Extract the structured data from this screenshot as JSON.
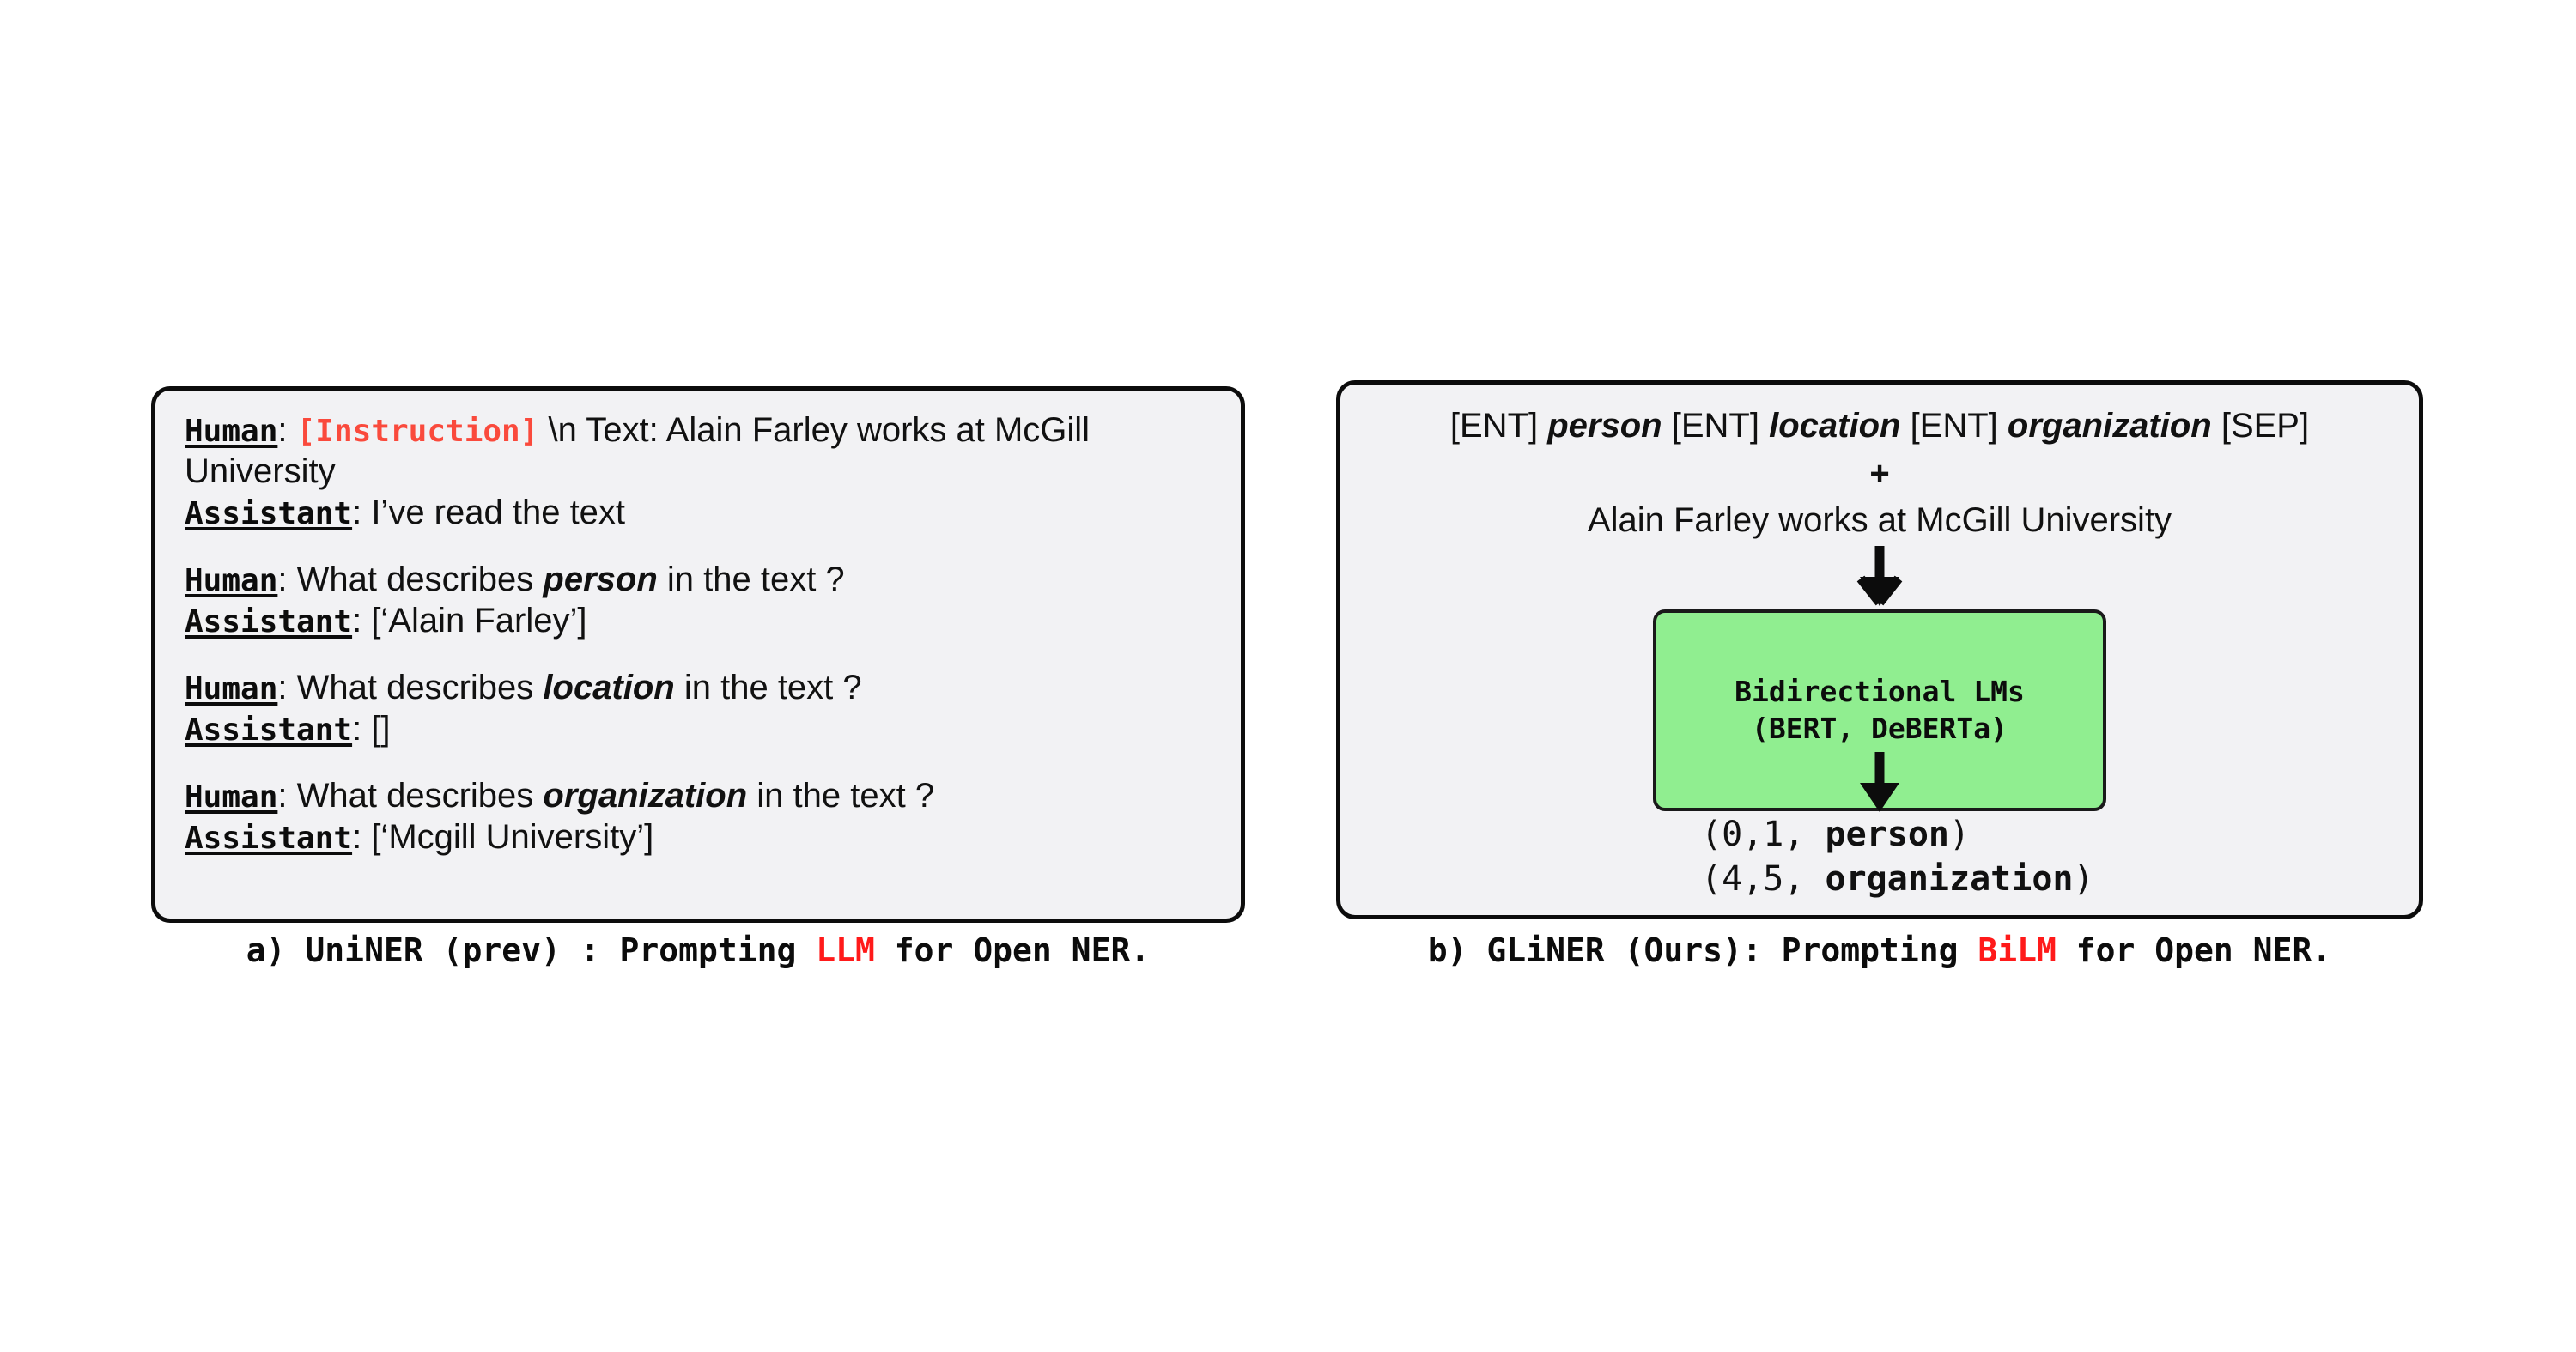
{
  "figure": {
    "background": "#ffffff",
    "panel_background": "#f2f2f4",
    "border_color": "#0c0c0c",
    "accent_red": "#ff1a1a",
    "instruction_red": "#fa4a3c",
    "model_box_green": "#90ee90"
  },
  "panel_a": {
    "caption": {
      "prefix": "a) UniNER (prev) : Prompting ",
      "highlight": "LLM",
      "suffix": " for Open NER."
    },
    "turns": [
      {
        "role": "Human",
        "colon": ":",
        "instruction_token": "[Instruction]",
        "text_before_entity": " \\n Text: Alain Farley works at McGill University",
        "entity": "",
        "text_after_entity": ""
      },
      {
        "role": "Assistant",
        "colon": ":",
        "instruction_token": "",
        "text_before_entity": " I’ve read the text",
        "entity": "",
        "text_after_entity": ""
      },
      {
        "role": "Human",
        "colon": ":",
        "instruction_token": "",
        "text_before_entity": " What describes ",
        "entity": "person",
        "text_after_entity": " in the text ?"
      },
      {
        "role": "Assistant",
        "colon": ":",
        "instruction_token": "",
        "text_before_entity": " [‘Alain Farley’]",
        "entity": "",
        "text_after_entity": ""
      },
      {
        "role": "Human",
        "colon": ":",
        "instruction_token": "",
        "text_before_entity": " What describes ",
        "entity": "location",
        "text_after_entity": " in the text ?"
      },
      {
        "role": "Assistant",
        "colon": ":",
        "instruction_token": "",
        "text_before_entity": " []",
        "entity": "",
        "text_after_entity": ""
      },
      {
        "role": "Human",
        "colon": ":",
        "instruction_token": "",
        "text_before_entity": " What describes ",
        "entity": "organization",
        "text_after_entity": " in the text ?"
      },
      {
        "role": "Assistant",
        "colon": ":",
        "instruction_token": "",
        "text_before_entity": " [‘Mcgill University’]",
        "entity": "",
        "text_after_entity": ""
      }
    ]
  },
  "panel_b": {
    "caption": {
      "prefix": "b) GLiNER (Ours): Prompting ",
      "highlight": "BiLM",
      "suffix": " for Open NER."
    },
    "prompt_line": {
      "ent_token_1": "[ENT]",
      "entity_1": "person",
      "ent_token_2": "[ENT]",
      "entity_2": "location",
      "ent_token_3": "[ENT]",
      "entity_3": "organization",
      "sep_token": "[SEP]"
    },
    "plus": "+",
    "input_text": "Alain Farley works at McGill University",
    "model_box": {
      "line1": "Bidirectional LMs",
      "line2": "(BERT, DeBERTa)"
    },
    "outputs": [
      {
        "span": "(0,1, ",
        "entity": "person",
        "close": ")"
      },
      {
        "span": "(4,5, ",
        "entity": "organization",
        "close": ")"
      }
    ]
  }
}
